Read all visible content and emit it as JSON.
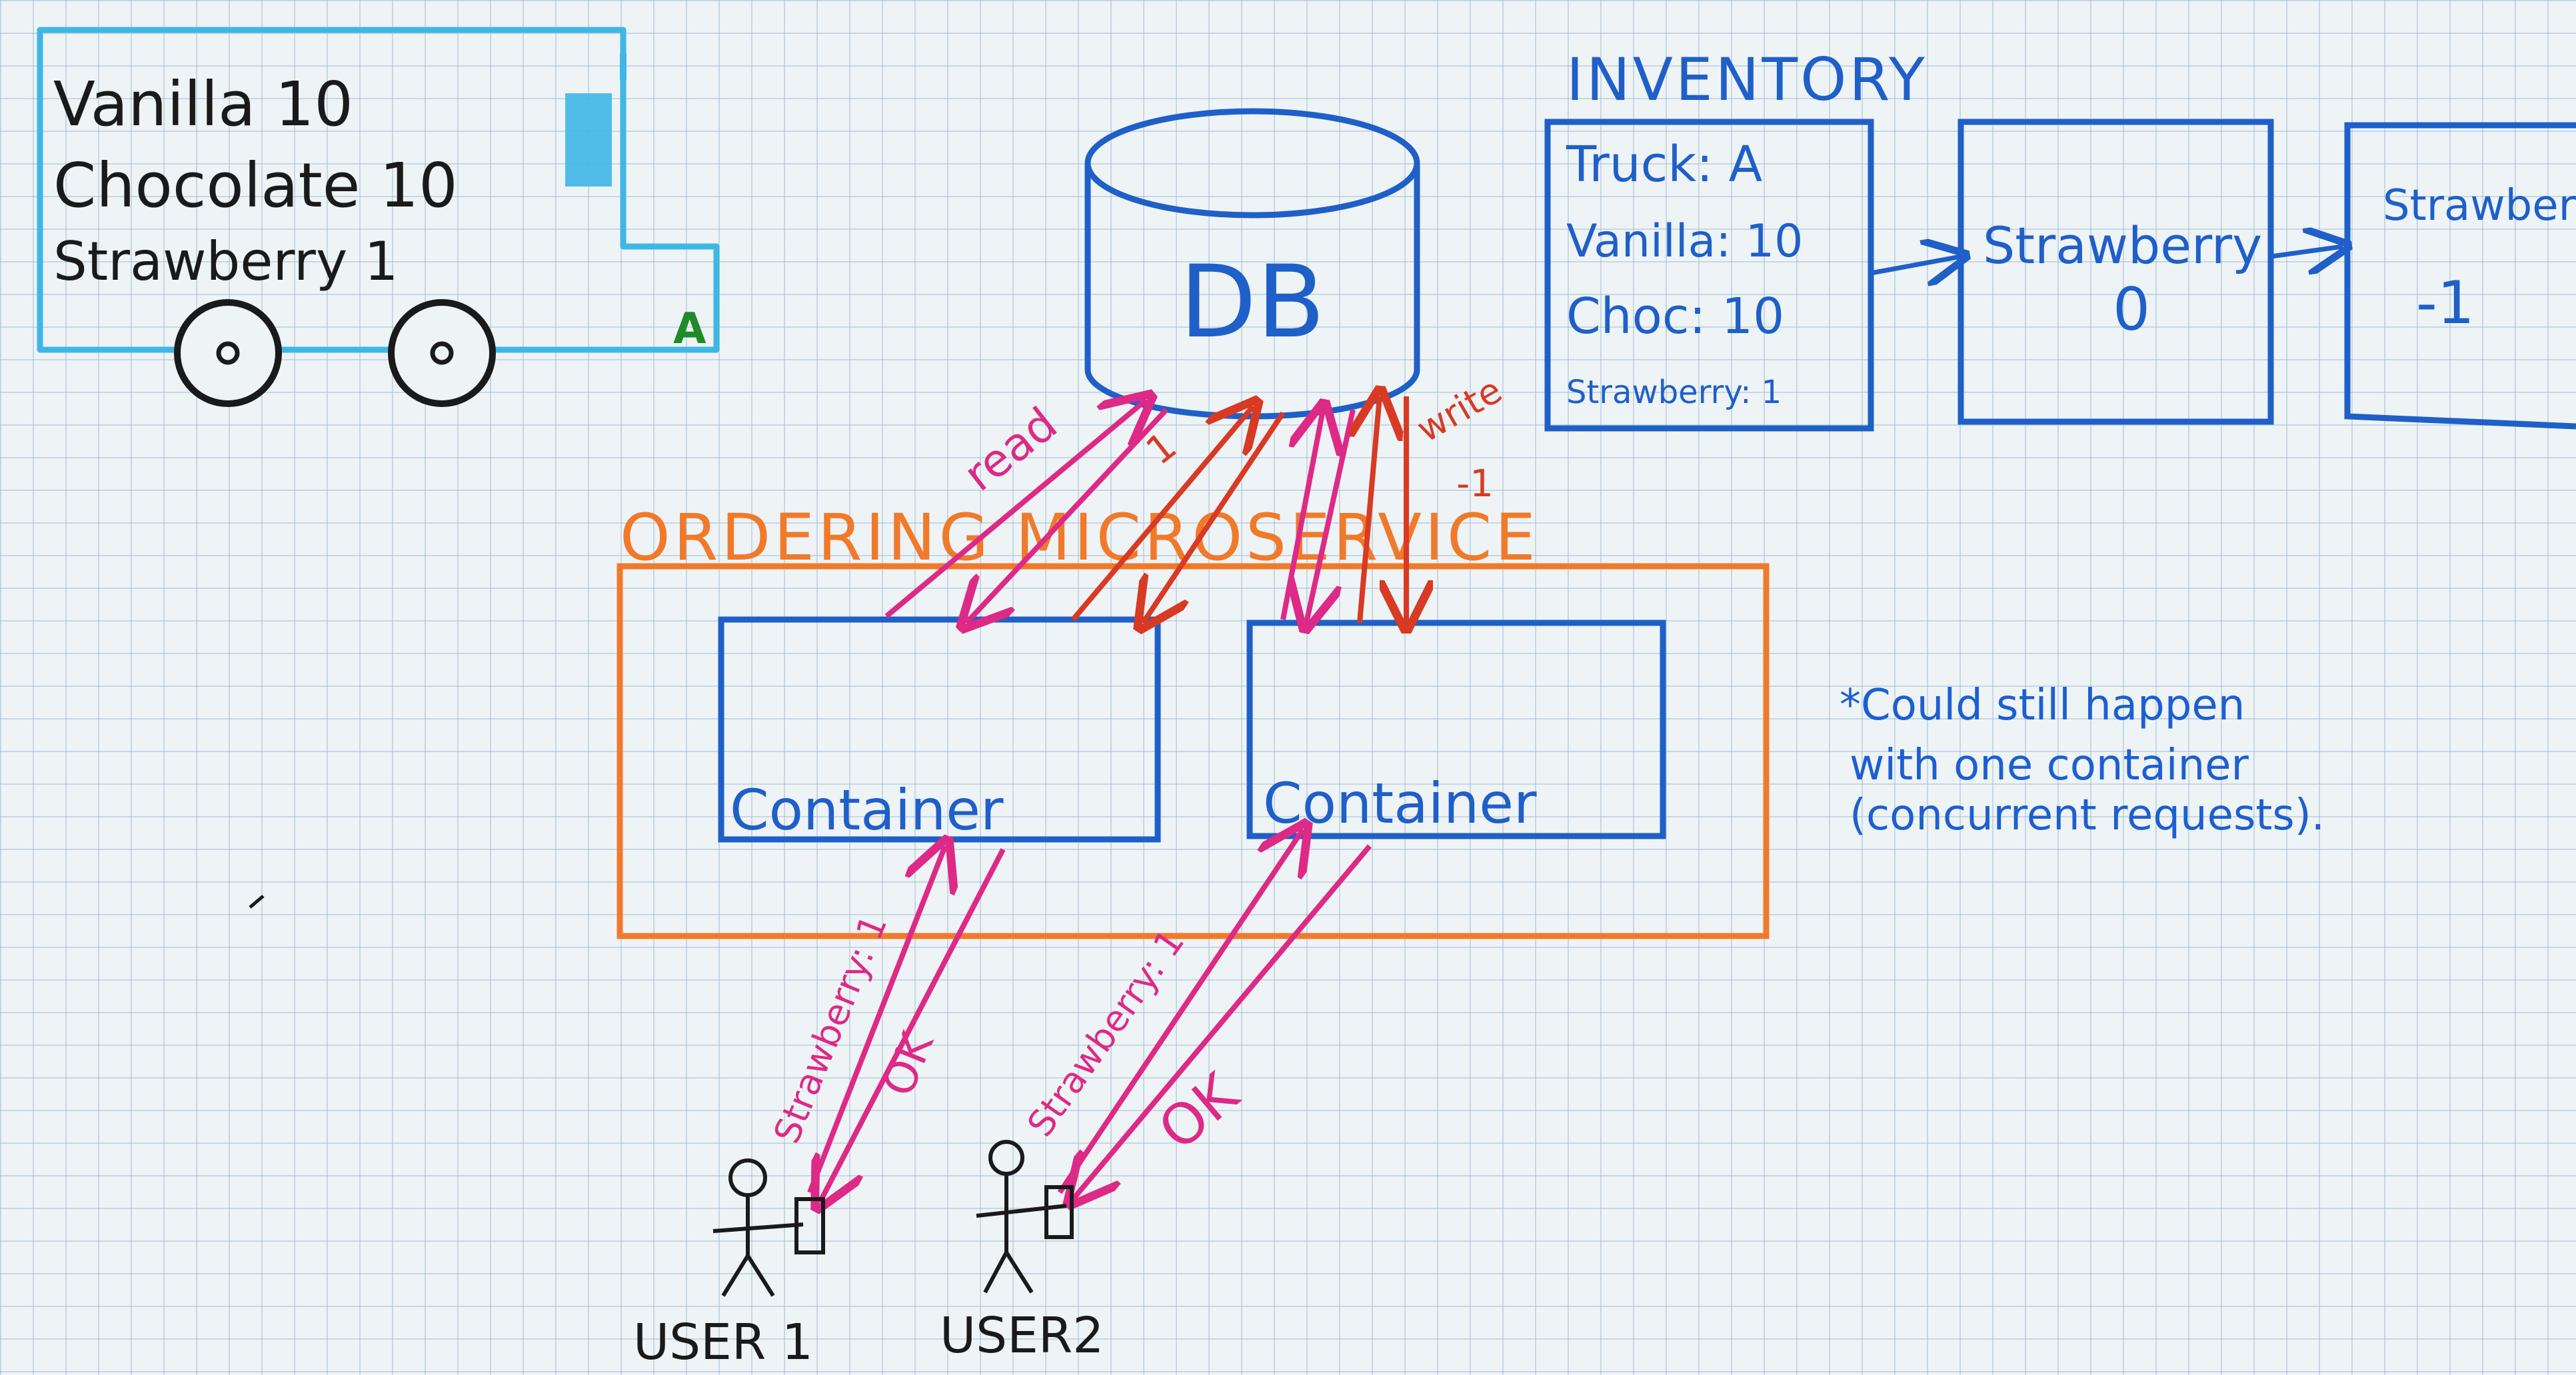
{
  "truck": {
    "lines": [
      "Vanilla 10",
      "Chocolate 10",
      "Strawberry 1"
    ],
    "label": "A"
  },
  "db": {
    "label": "DB"
  },
  "inventory": {
    "title": "INVENTORY",
    "record": [
      "Truck: A",
      "Vanilla: 10",
      "Choc: 10",
      "Strawberry: 1"
    ],
    "history": [
      {
        "line1": "Strawberry",
        "line2": "0"
      },
      {
        "line1": "Strawberry",
        "line2": "-1"
      }
    ]
  },
  "service": {
    "label": "ORDERING MICROSERVICE",
    "containers": [
      "Container",
      "Container"
    ]
  },
  "arrows": {
    "read": "read",
    "one": "1",
    "write": "write",
    "minus_one": "-1",
    "request": "Strawberry: 1",
    "response": "OK"
  },
  "users": [
    "USER 1",
    "USER2"
  ],
  "note": {
    "lines": [
      "*Could still happen",
      "with one container",
      "(concurrent requests)."
    ]
  },
  "colors": {
    "truck": "#3fb6e6",
    "ink": "#1a1a1a",
    "blue": "#1f5fc8",
    "orange": "#f07a2a",
    "pink": "#dd2a86",
    "red": "#d83a24",
    "green": "#1f8a2a"
  }
}
